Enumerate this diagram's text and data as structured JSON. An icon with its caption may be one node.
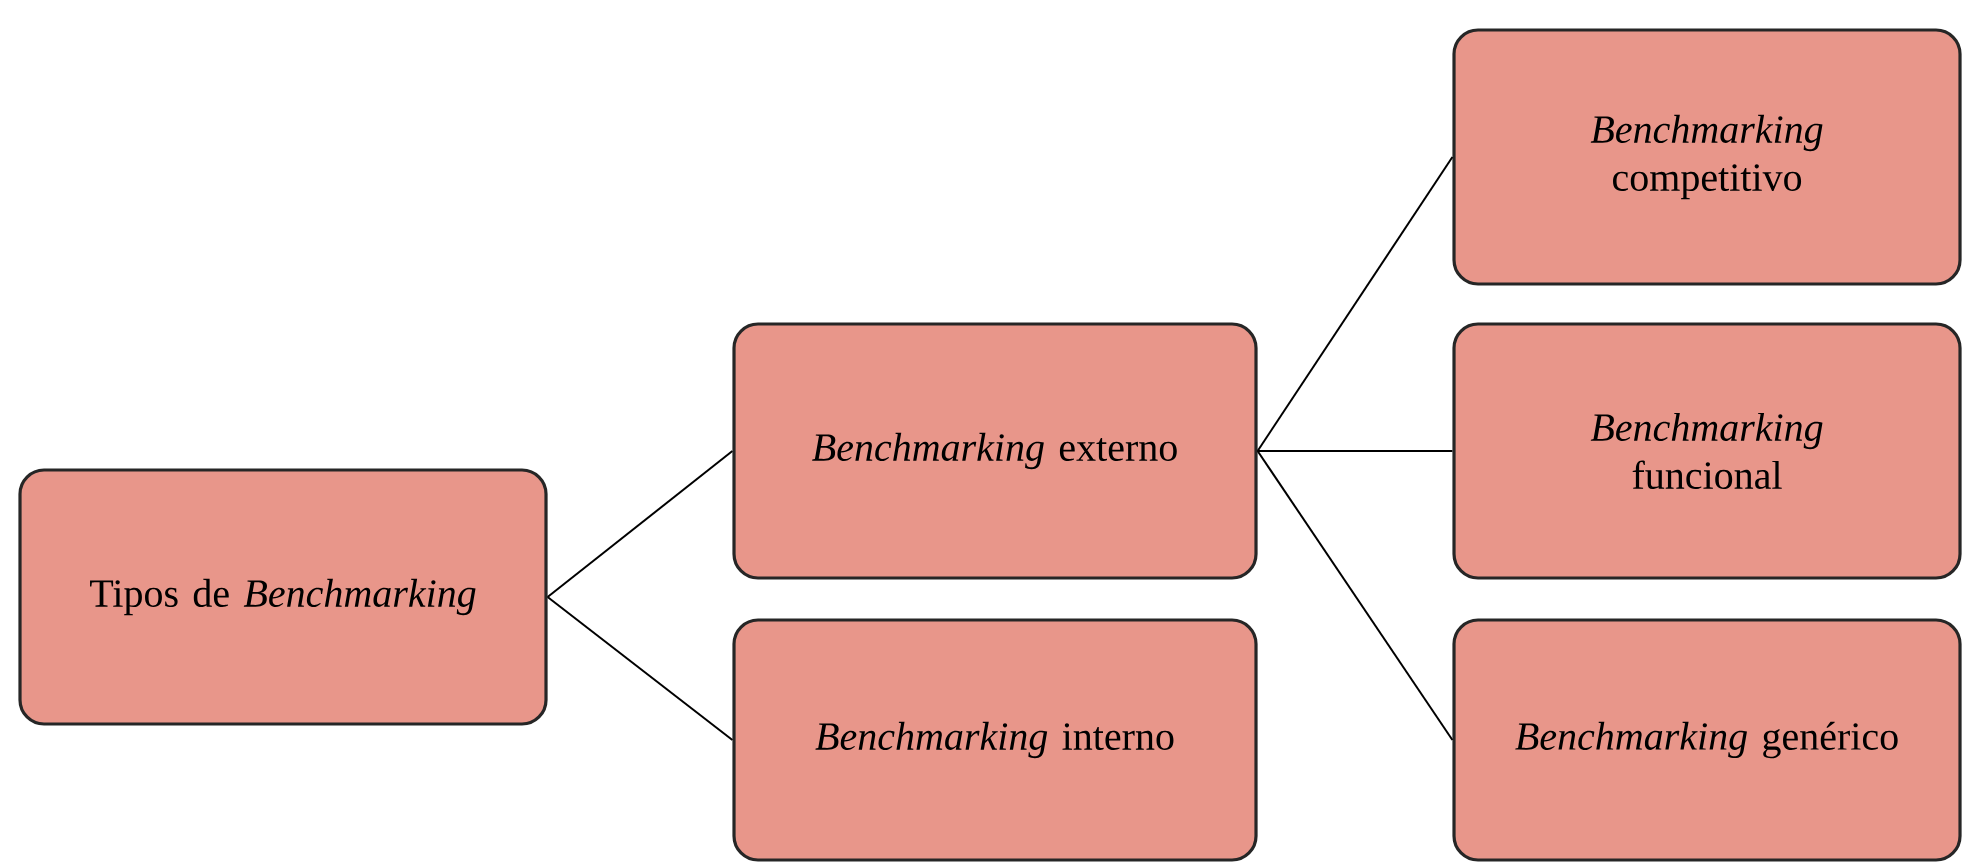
{
  "diagram": {
    "nodes": [
      {
        "text": [
          "Tipos de *Benchmarking*"
        ]
      },
      {
        "text": [
          "*Benchmarking* externo"
        ]
      },
      {
        "text": [
          "*Benchmarking* interno"
        ]
      },
      {
        "text": [
          "*Benchmarking* competitivo"
        ]
      },
      {
        "text": [
          "*Benchmarking* funcional"
        ]
      },
      {
        "text": [
          "*Benchmarking* genérico"
        ]
      }
    ],
    "edges": [
      {
        "from": 0,
        "to": 1,
        "arrow": "none"
      },
      {
        "from": 0,
        "to": 2,
        "arrow": "none"
      },
      {
        "from": 1,
        "to": 3,
        "arrow": "none"
      },
      {
        "from": 1,
        "to": 4,
        "arrow": "none"
      },
      {
        "from": 1,
        "to": 5,
        "arrow": "none"
      }
    ]
  }
}
